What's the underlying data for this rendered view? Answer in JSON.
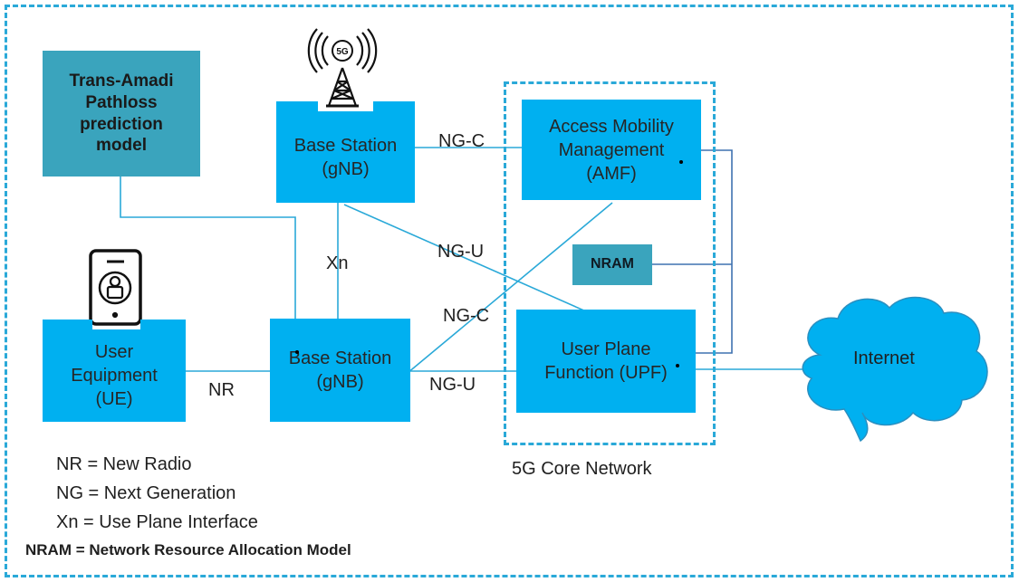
{
  "colors": {
    "box": "#00b0f0",
    "dark_box": "#3aa4bd",
    "line": "#2aa9d8",
    "link_dark": "#3f72b0"
  },
  "nodes": {
    "pathloss_model": "Trans-Amadi\nPathloss\nprediction\nmodel",
    "base_station_top": "Base Station\n(gNB)",
    "amf": "Access Mobility\nManagement\n(AMF)",
    "nram": "NRAM",
    "user_equipment": "User\nEquipment\n(UE)",
    "base_station_bottom": "Base Station\n(gNB)",
    "upf": "User Plane\nFunction (UPF)",
    "internet": "Internet"
  },
  "link_labels": {
    "ng_c_top": "NG-C",
    "ng_u_mid": "NG-U",
    "xn": "Xn",
    "ng_c_bottom": "NG-C",
    "nr": "NR",
    "ng_u_bottom": "NG-U"
  },
  "core_network_label": "5G Core Network",
  "icons": {
    "tower": "5g-tower-icon",
    "phone": "phone-lock-icon",
    "tower_badge": "5G"
  },
  "legend": [
    "NR = New Radio",
    "NG = Next Generation",
    "Xn =  Use Plane Interface",
    "NRAM = Network Resource Allocation Model"
  ]
}
